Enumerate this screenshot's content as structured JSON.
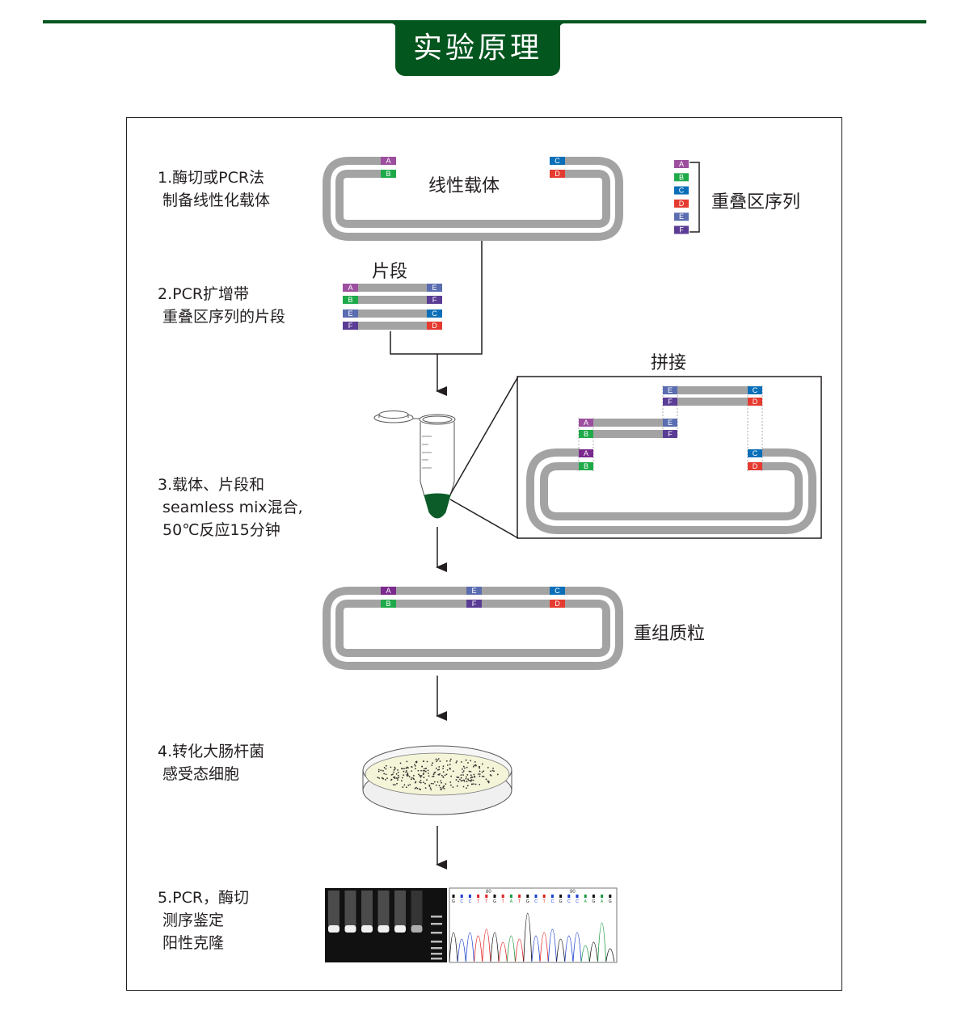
{
  "header": {
    "title": "实验原理"
  },
  "colors": {
    "brand_green": "#04561f",
    "tag_A": "#9c4f9e",
    "tag_A_dark": "#7b2a8e",
    "tag_B": "#1faa4a",
    "tag_C": "#0a6fb8",
    "tag_D": "#e53a2f",
    "tag_E": "#5a6db0",
    "tag_F": "#5b3c95",
    "strand": "#a3a3a3",
    "tube_liquid": "#0c5c2a",
    "agar": "#f4f4d8"
  },
  "steps": [
    {
      "number": "1.",
      "line1": "1.酶切或PCR法",
      "line2": " 制备线性化载体"
    },
    {
      "number": "2.",
      "line1": "2.PCR扩增带",
      "line2": " 重叠区序列的片段"
    },
    {
      "number": "3.",
      "line1": "3.载体、片段和",
      "line2": " seamless mix混合,",
      "line3": " 50℃反应15分钟"
    },
    {
      "number": "4.",
      "line1": "4.转化大肠杆菌",
      "line2": " 感受态细胞"
    },
    {
      "number": "5.",
      "line1": "5.PCR，酶切",
      "line2": " 测序鉴定",
      "line3": " 阳性克隆"
    }
  ],
  "labels": {
    "linear_vector": "线性载体",
    "overlap_sequences": "重叠区序列",
    "fragments": "片段",
    "assembly": "拼接",
    "recombinant_plasmid": "重组质粒"
  },
  "overlap_legend": [
    "A",
    "B",
    "C",
    "D",
    "E",
    "F"
  ],
  "fragments": [
    {
      "left": "A",
      "right": "E"
    },
    {
      "left": "B",
      "right": "F"
    },
    {
      "left": "E",
      "right": "C"
    },
    {
      "left": "F",
      "right": "D"
    }
  ],
  "linear_vector_tags": {
    "left_top": "A",
    "left_bottom": "B",
    "right_top": "C",
    "right_bottom": "D"
  },
  "plasmid_tags": [
    {
      "top": "A",
      "bottom": "B"
    },
    {
      "top": "E",
      "bottom": "F"
    },
    {
      "top": "C",
      "bottom": "D"
    }
  ],
  "sequencing": {
    "bases": [
      "G",
      "C",
      "C",
      "T",
      "T",
      "G",
      "T",
      "A",
      "T",
      "G",
      "C",
      "T",
      "C",
      "G",
      "C",
      "C",
      "A",
      "G",
      "A",
      "G"
    ],
    "position_marks": [
      "80",
      "90"
    ]
  },
  "gel": {
    "sample_lanes": 6,
    "ladder_lanes": 1
  }
}
